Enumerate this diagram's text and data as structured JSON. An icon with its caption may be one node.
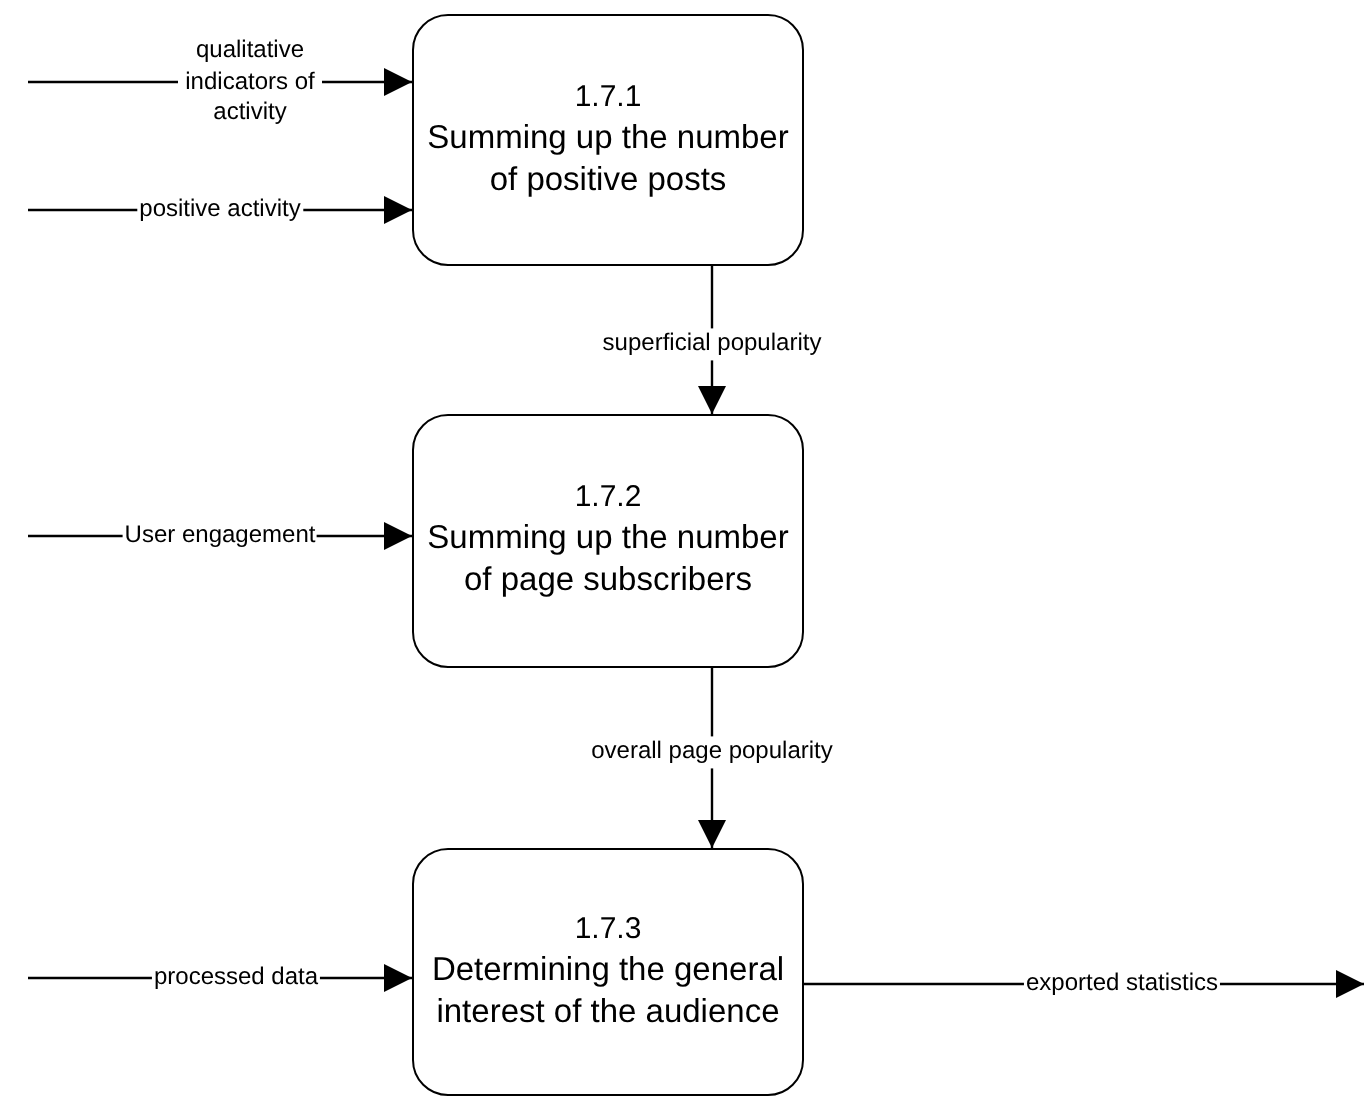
{
  "diagram": {
    "nodes": [
      {
        "text": [
          "1.7.1",
          "Summing up the number of positive posts"
        ]
      },
      {
        "text": [
          "1.7.2",
          "Summing up the number of page subscribers"
        ]
      },
      {
        "text": [
          "1.7.3",
          "Determining the general interest of the audience"
        ]
      }
    ],
    "edges": [
      {
        "from": null,
        "to": 0,
        "arrow": "to",
        "label": "qualitative indicators of activity"
      },
      {
        "from": null,
        "to": 0,
        "arrow": "to",
        "label": "positive activity"
      },
      {
        "from": 0,
        "to": 1,
        "arrow": "to",
        "label": "superficial popularity"
      },
      {
        "from": null,
        "to": 1,
        "arrow": "to",
        "label": "User engagement"
      },
      {
        "from": 1,
        "to": 2,
        "arrow": "to",
        "label": "overall page popularity"
      },
      {
        "from": null,
        "to": 2,
        "arrow": "to",
        "label": "processed data"
      },
      {
        "from": 2,
        "to": null,
        "arrow": "to",
        "label": "exported statistics"
      }
    ]
  }
}
